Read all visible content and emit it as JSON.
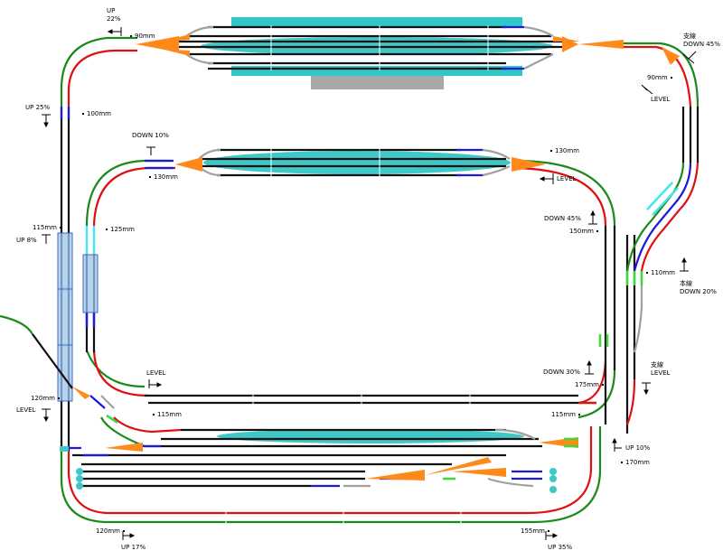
{
  "colors": {
    "straight": "#111111",
    "curve_inner": "#e01010",
    "curve_outer": "#1a8a1a",
    "turnout": "#ff8a1a",
    "short_blue": "#1a1ad8",
    "gray": "#a0a0a0",
    "platform": "#2fc8c8",
    "platform_oval": "#3fc8c8",
    "station_building": "#a8a8a8",
    "bridge": "#9ec4ee",
    "lime": "#3fd83f",
    "cyan_piece": "#44e6f0"
  },
  "labels": {
    "up22": "UP\n22%",
    "mm90_top": "90mm",
    "up25": "UP 25%",
    "mm100": "100mm",
    "branch_down45": "支線\nDOWN 45%",
    "mm90_right": "90mm",
    "level_right_top": "LEVEL",
    "down10": "DOWN 10%",
    "mm130_left": "130mm",
    "mm130_right": "130mm",
    "level_inner_top": "LEVEL",
    "mm125": "125mm",
    "down45_inner": "DOWN 45%",
    "mm150": "150mm",
    "mm115_left": "115mm",
    "up8": "UP 8%",
    "mm110": "110mm",
    "main_down20": "本線\nDOWN 20%",
    "level_mid_left": "LEVEL",
    "down30": "DOWN 30%",
    "branch_level": "支線\nLEVEL",
    "mm120_left": "120mm",
    "level_left": "LEVEL",
    "mm175": "175mm",
    "mm115_mid": "115mm",
    "mm115_right": "115mm",
    "up10": "UP 10%",
    "mm170": "170mm",
    "mm120_bottom": "120mm",
    "up17": "UP 17%",
    "mm155": "155mm",
    "up35": "UP 35%"
  }
}
